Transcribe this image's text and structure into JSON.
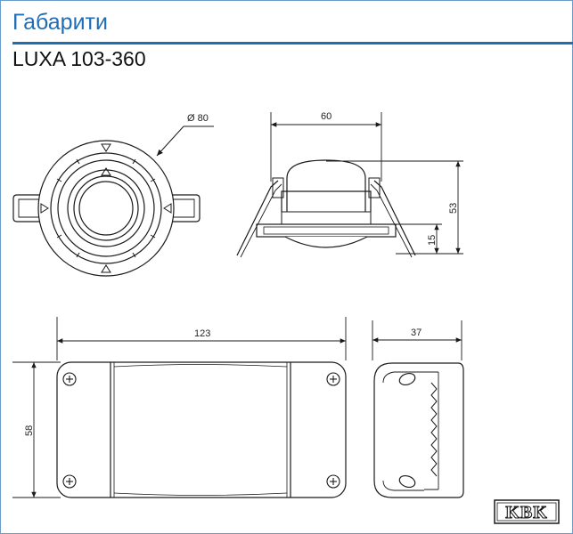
{
  "header": {
    "title": "Габарити",
    "model": "LUXA 103-360"
  },
  "dimensions": {
    "diameter": "Ø 80",
    "sensor_width": "60",
    "sensor_height": "53",
    "sensor_recess": "15",
    "box_length": "123",
    "box_height": "58",
    "box_depth": "37"
  },
  "logo": {
    "text": "KBK"
  },
  "colors": {
    "accent": "#1f6eb5",
    "line": "#1a1a1a"
  }
}
